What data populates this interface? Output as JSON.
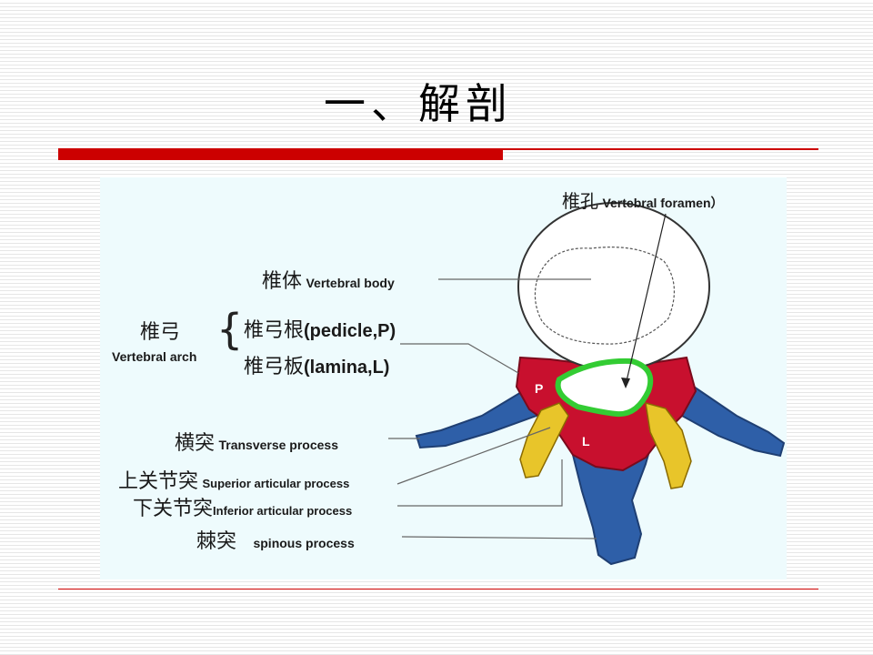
{
  "slide": {
    "title": "一、解剖"
  },
  "colors": {
    "accent_red": "#cc0000",
    "panel_bg": "#eefbfd",
    "vertebral_body": "#ffffff",
    "arch": "#c8102e",
    "process_blue": "#2e5fa8",
    "articular_yellow": "#e8c52a",
    "foramen_outline": "#33cc33"
  },
  "diagram": {
    "foramen": {
      "zh": "椎孔",
      "en": "Vertebral foramen）"
    },
    "body": {
      "zh": "椎体",
      "en": "Vertebral body"
    },
    "arch": {
      "zh": "椎弓",
      "en": "Vertebral arch",
      "brace": "{"
    },
    "pedicle": {
      "zh": "椎弓根",
      "en": "(pedicle,P)"
    },
    "lamina": {
      "zh": "椎弓板",
      "en": "(lamina,L)"
    },
    "transverse": {
      "zh": "横突",
      "en": "Transverse  process"
    },
    "superior": {
      "zh": "上关节突",
      "en": "Superior articular process"
    },
    "inferior": {
      "zh": "下关节突",
      "en": "Inferior articular process"
    },
    "spinous": {
      "zh": "棘突",
      "en": "spinous process"
    },
    "marker_p": "P",
    "marker_l": "L"
  }
}
